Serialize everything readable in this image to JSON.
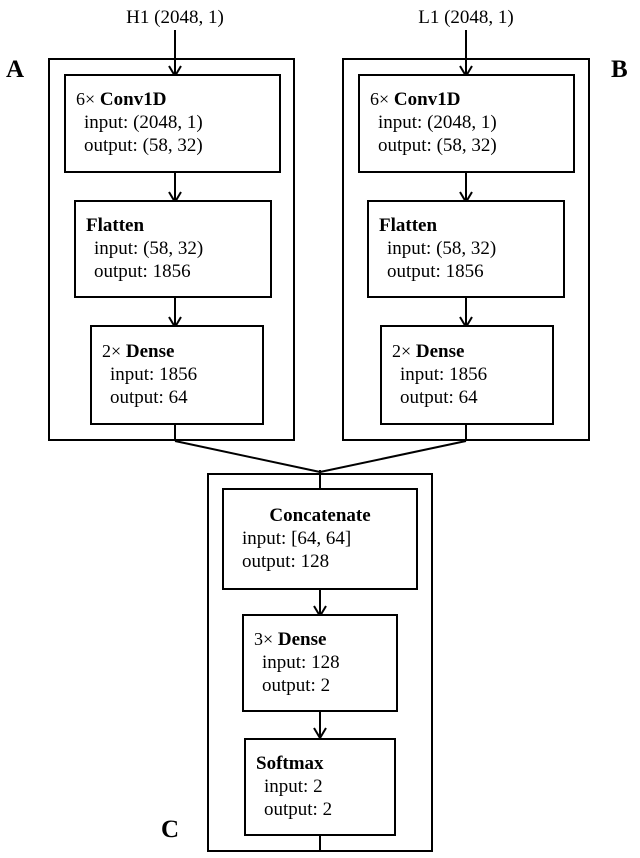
{
  "figure": {
    "type": "neural-network-architecture-diagram",
    "panels": [
      {
        "letter": "A",
        "input_caption": "H1 (2048, 1)",
        "nodes": [
          {
            "mult": "6×",
            "name": "Conv1D",
            "input": "input: (2048, 1)",
            "output": "output: (58, 32)"
          },
          {
            "mult": "",
            "name": "Flatten",
            "input": "input: (58, 32)",
            "output": "output: 1856"
          },
          {
            "mult": "2×",
            "name": "Dense",
            "input": "input: 1856",
            "output": "output: 64"
          }
        ]
      },
      {
        "letter": "B",
        "input_caption": "L1 (2048, 1)",
        "nodes": [
          {
            "mult": "6×",
            "name": "Conv1D",
            "input": "input: (2048, 1)",
            "output": "output: (58, 32)"
          },
          {
            "mult": "",
            "name": "Flatten",
            "input": "input: (58, 32)",
            "output": "output: 1856"
          },
          {
            "mult": "2×",
            "name": "Dense",
            "input": "input: 1856",
            "output": "output: 64"
          }
        ]
      },
      {
        "letter": "C",
        "input_caption": "",
        "nodes": [
          {
            "mult": "",
            "name": "Concatenate",
            "input": "input: [64, 64]",
            "output": "output: 128"
          },
          {
            "mult": "3×",
            "name": "Dense",
            "input": "input: 128",
            "output": "output: 2"
          },
          {
            "mult": "",
            "name": "Softmax",
            "input": "input: 2",
            "output": "output: 2"
          }
        ]
      }
    ],
    "colors": {
      "stroke": "#000000",
      "background": "#ffffff",
      "node_fill": "#ffffff"
    }
  }
}
